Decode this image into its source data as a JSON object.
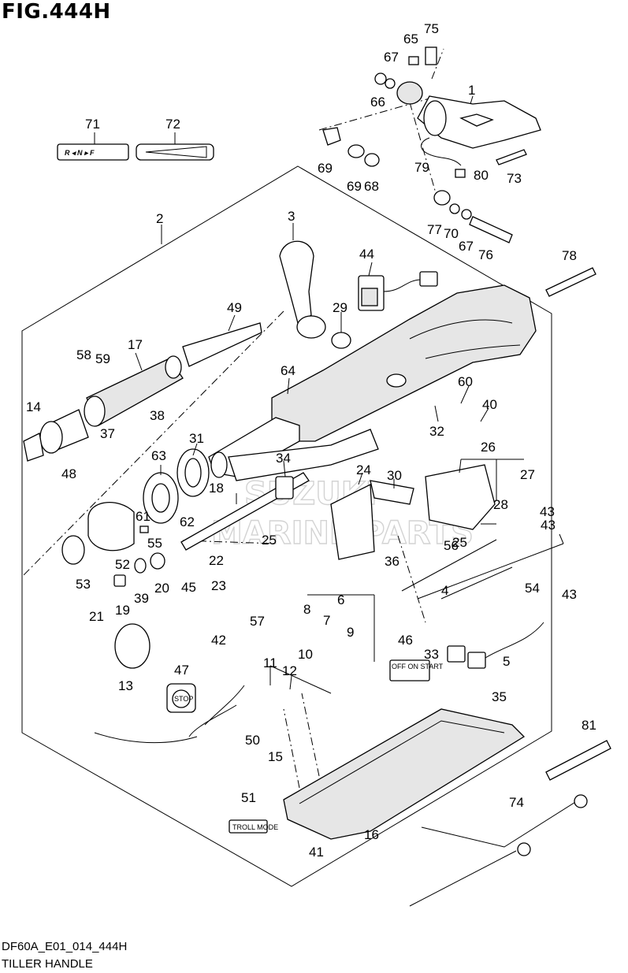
{
  "figure": {
    "title": "FIG.444H",
    "code": "DF60A_E01_014_444H",
    "name": "TILLER HANDLE"
  },
  "watermark": {
    "line1": "SUZUKI",
    "line2": "MARINE PARTS"
  },
  "decals": {
    "shift_decal": "R ◂ N ▸ F",
    "switch_label": "OFF  ON  START",
    "stop_button": "STOP",
    "troll_label": "TROLL MODE"
  },
  "callouts": [
    {
      "n": "1"
    },
    {
      "n": "2"
    },
    {
      "n": "3"
    },
    {
      "n": "4"
    },
    {
      "n": "5"
    },
    {
      "n": "6"
    },
    {
      "n": "7"
    },
    {
      "n": "8"
    },
    {
      "n": "9"
    },
    {
      "n": "10"
    },
    {
      "n": "11"
    },
    {
      "n": "12"
    },
    {
      "n": "13"
    },
    {
      "n": "14"
    },
    {
      "n": "15"
    },
    {
      "n": "16"
    },
    {
      "n": "17"
    },
    {
      "n": "18"
    },
    {
      "n": "19"
    },
    {
      "n": "20"
    },
    {
      "n": "21"
    },
    {
      "n": "22"
    },
    {
      "n": "23"
    },
    {
      "n": "24"
    },
    {
      "n": "25"
    },
    {
      "n": "25"
    },
    {
      "n": "26"
    },
    {
      "n": "27"
    },
    {
      "n": "28"
    },
    {
      "n": "29"
    },
    {
      "n": "30"
    },
    {
      "n": "31"
    },
    {
      "n": "32"
    },
    {
      "n": "33"
    },
    {
      "n": "34"
    },
    {
      "n": "35"
    },
    {
      "n": "36"
    },
    {
      "n": "37"
    },
    {
      "n": "38"
    },
    {
      "n": "39"
    },
    {
      "n": "40"
    },
    {
      "n": "41"
    },
    {
      "n": "42"
    },
    {
      "n": "43"
    },
    {
      "n": "43"
    },
    {
      "n": "43"
    },
    {
      "n": "44"
    },
    {
      "n": "45"
    },
    {
      "n": "46"
    },
    {
      "n": "47"
    },
    {
      "n": "48"
    },
    {
      "n": "49"
    },
    {
      "n": "50"
    },
    {
      "n": "51"
    },
    {
      "n": "52"
    },
    {
      "n": "53"
    },
    {
      "n": "54"
    },
    {
      "n": "55"
    },
    {
      "n": "56"
    },
    {
      "n": "57"
    },
    {
      "n": "58"
    },
    {
      "n": "59"
    },
    {
      "n": "60"
    },
    {
      "n": "61"
    },
    {
      "n": "62"
    },
    {
      "n": "63"
    },
    {
      "n": "64"
    },
    {
      "n": "65"
    },
    {
      "n": "66"
    },
    {
      "n": "67"
    },
    {
      "n": "67"
    },
    {
      "n": "68"
    },
    {
      "n": "69"
    },
    {
      "n": "69"
    },
    {
      "n": "70"
    },
    {
      "n": "71"
    },
    {
      "n": "72"
    },
    {
      "n": "73"
    },
    {
      "n": "74"
    },
    {
      "n": "75"
    },
    {
      "n": "76"
    },
    {
      "n": "77"
    },
    {
      "n": "78"
    },
    {
      "n": "79"
    },
    {
      "n": "80"
    },
    {
      "n": "81"
    }
  ]
}
